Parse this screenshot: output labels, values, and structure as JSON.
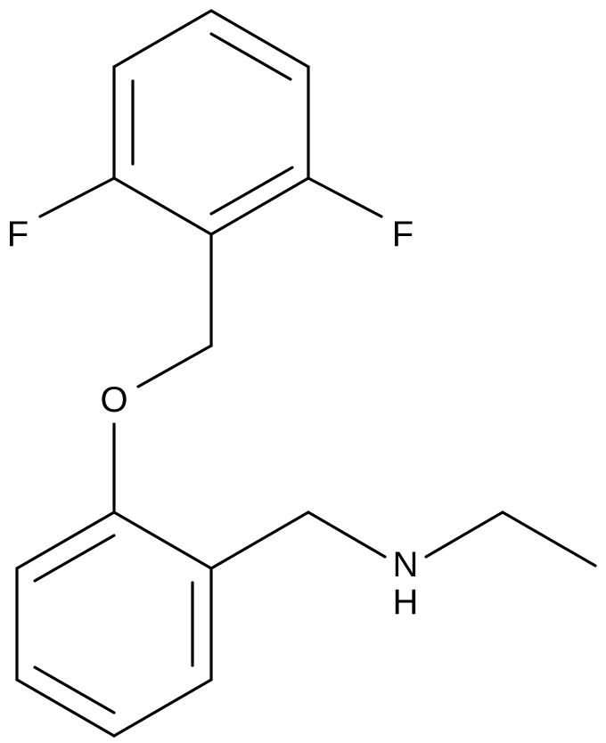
{
  "structure": {
    "atoms": {
      "F_left": "F",
      "F_right": "F",
      "O": "O",
      "N": "N",
      "H": "H"
    }
  }
}
